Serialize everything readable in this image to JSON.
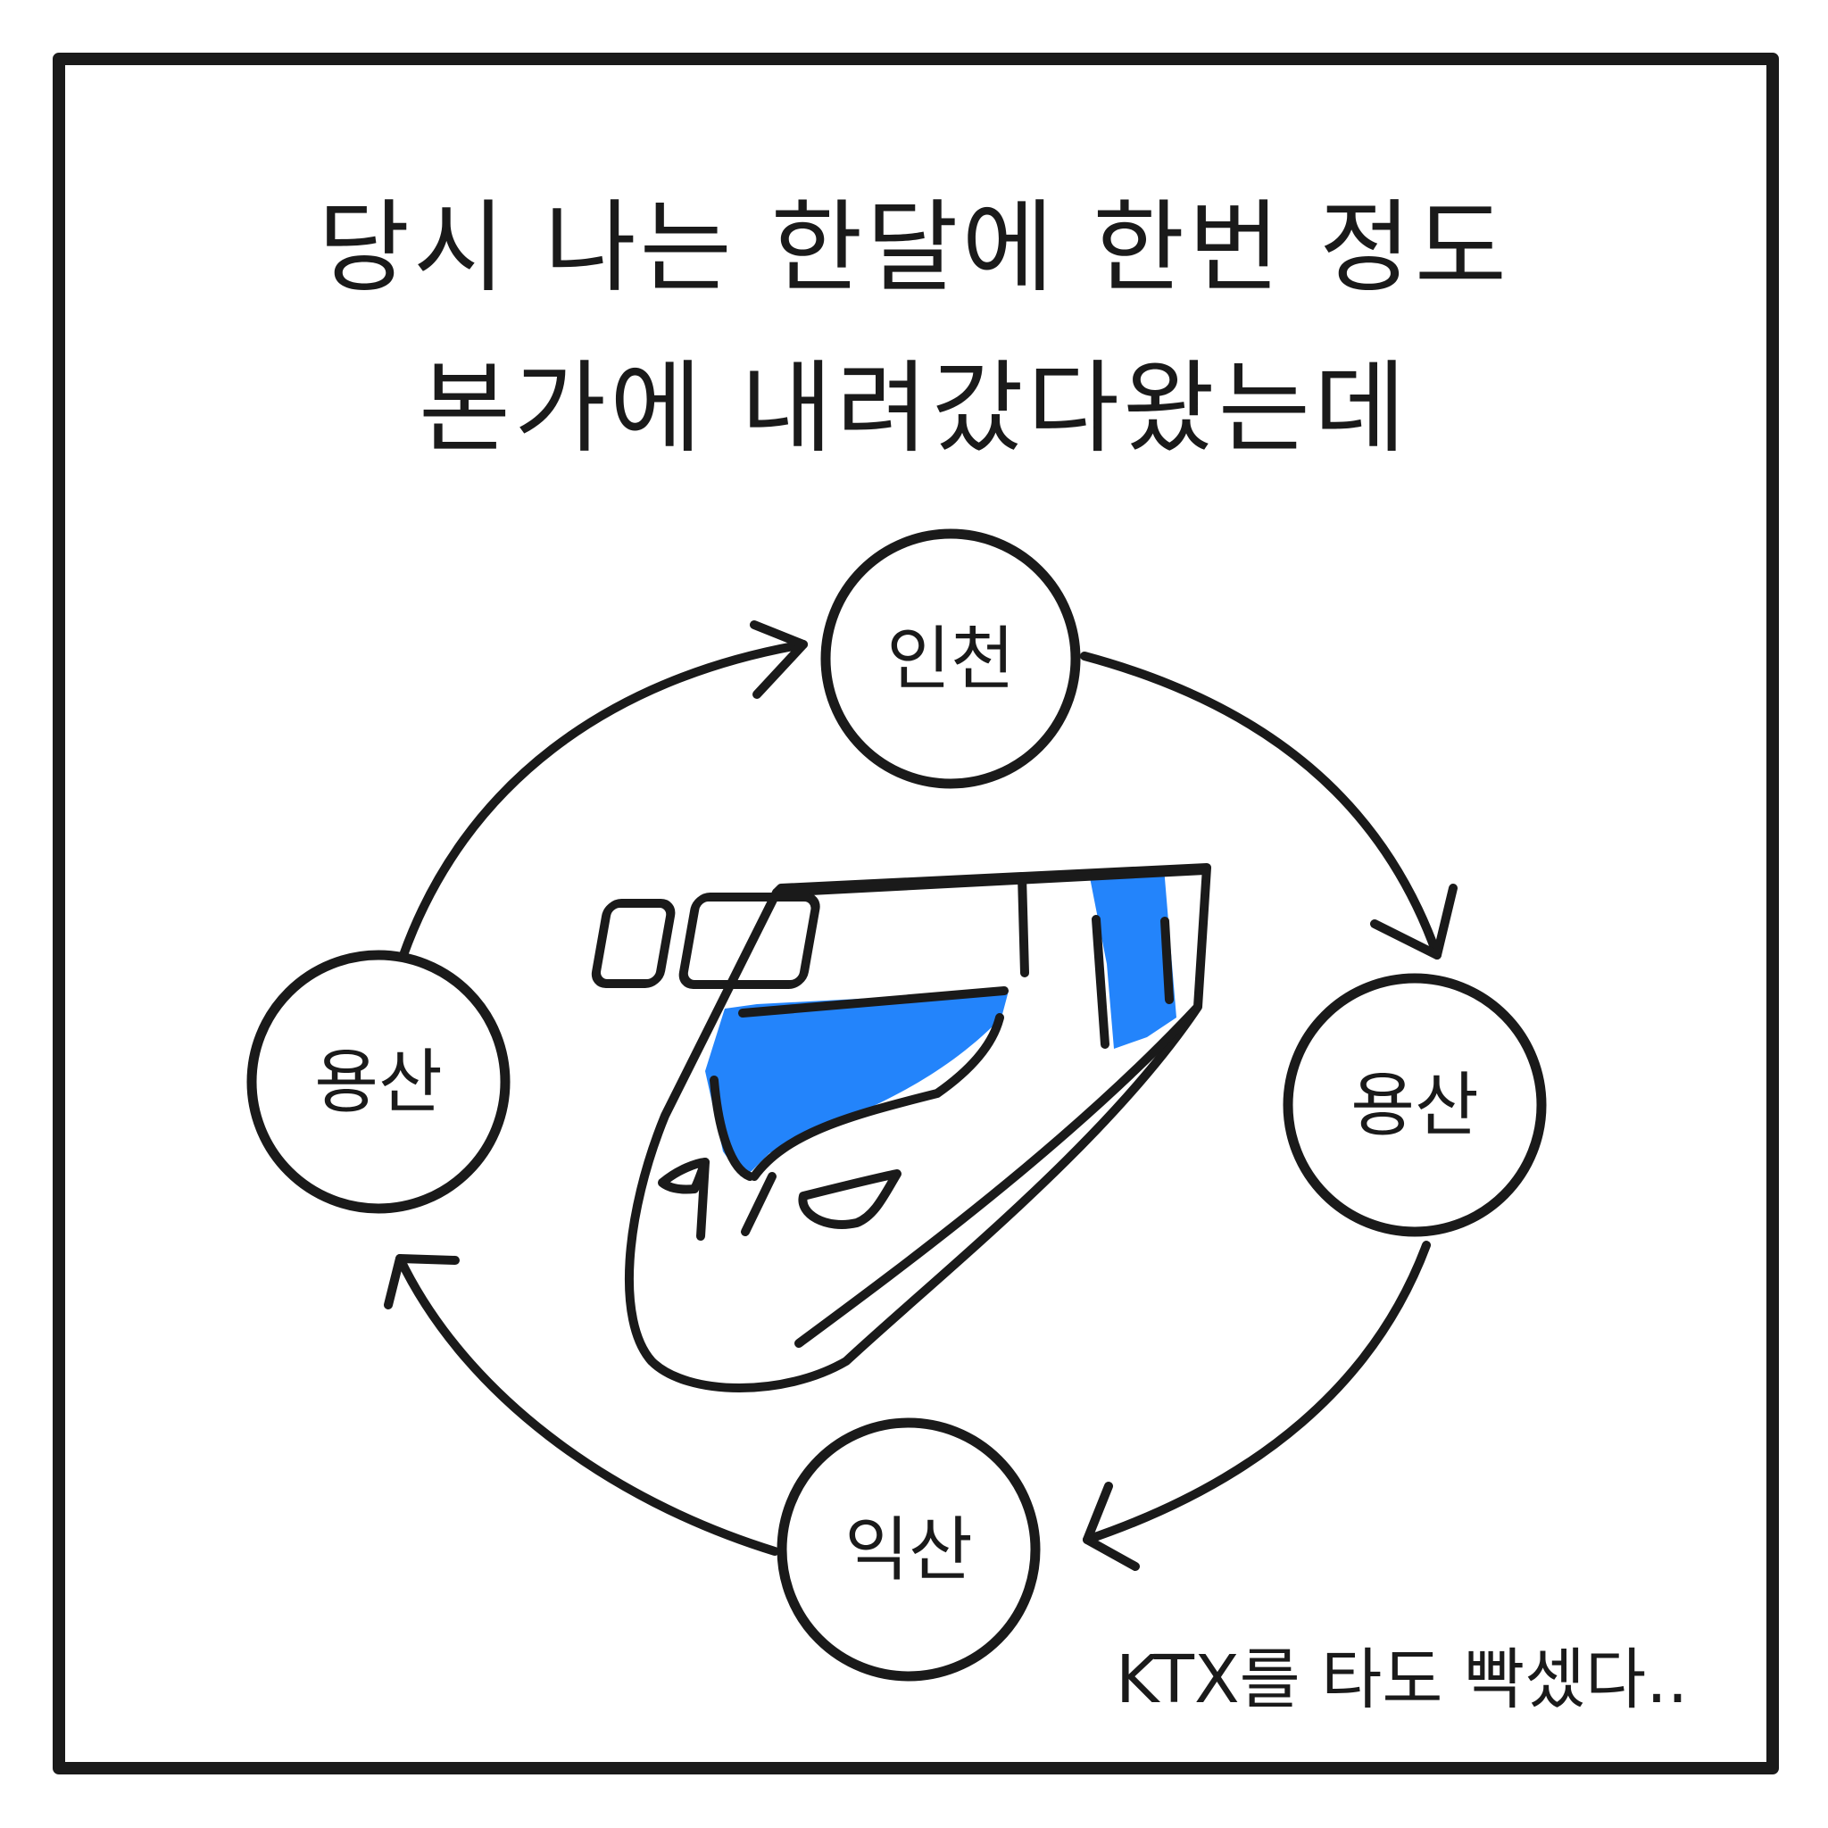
{
  "caption": {
    "line1": "당시 나는 한달에 한번 정도",
    "line2": "본가에 내려갔다왔는데"
  },
  "stations": {
    "top": "인천",
    "right": "용산",
    "bottom": "익산",
    "left": "용산"
  },
  "footnote": "KTX를 타도 빡셌다..",
  "colors": {
    "ink": "#1a1a1a",
    "train_stripe": "#2384FB",
    "background": "#ffffff"
  },
  "icons": [
    "train-icon",
    "arrow-icon"
  ]
}
